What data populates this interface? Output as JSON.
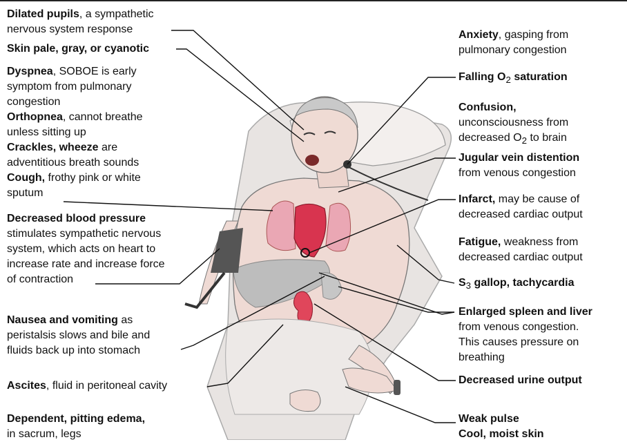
{
  "left_labels": [
    {
      "id": "pupils",
      "lines": [
        {
          "b": "Dilated pupils",
          "t": ", a sympathetic"
        },
        {
          "b": "",
          "t": "nervous system response"
        }
      ]
    },
    {
      "id": "skin",
      "lines": [
        {
          "b": "Skin pale, gray, or cyanotic",
          "t": ""
        }
      ]
    },
    {
      "id": "dyspnea",
      "lines": [
        {
          "b": "Dyspnea",
          "t": ", SOBOE is early"
        },
        {
          "b": "",
          "t": "symptom from pulmonary"
        },
        {
          "b": "",
          "t": "congestion"
        },
        {
          "b": "Orthopnea",
          "t": ", cannot breathe"
        },
        {
          "b": "",
          "t": "unless sitting up"
        },
        {
          "b": "Crackles, wheeze",
          "t": " are"
        },
        {
          "b": "",
          "t": "adventitious breath sounds"
        },
        {
          "b": "Cough,",
          "t": " frothy pink or white"
        },
        {
          "b": "",
          "t": "sputum"
        }
      ]
    },
    {
      "id": "bp",
      "lines": [
        {
          "b": "Decreased blood pressure",
          "t": ""
        },
        {
          "b": "",
          "t": "stimulates sympathetic nervous"
        },
        {
          "b": "",
          "t": "system, which acts on heart to"
        },
        {
          "b": "",
          "t": "increase rate and increase force"
        },
        {
          "b": "",
          "t": "of contraction"
        }
      ]
    },
    {
      "id": "nausea",
      "lines": [
        {
          "b": "Nausea and vomiting",
          "t": " as"
        },
        {
          "b": "",
          "t": "peristalsis slows and bile and"
        },
        {
          "b": "",
          "t": "fluids back up into stomach"
        }
      ]
    },
    {
      "id": "ascites",
      "lines": [
        {
          "b": "Ascites",
          "t": ", fluid in peritoneal cavity"
        }
      ]
    },
    {
      "id": "edema",
      "lines": [
        {
          "b": "Dependent, pitting edema,",
          "t": ""
        },
        {
          "b": "",
          "t": "in sacrum, legs"
        }
      ]
    }
  ],
  "right_labels": [
    {
      "id": "anxiety",
      "lines": [
        {
          "b": "Anxiety",
          "t": ", gasping from"
        },
        {
          "b": "",
          "t": "pulmonary congestion"
        }
      ]
    },
    {
      "id": "o2",
      "lines": [
        {
          "b": "Falling O",
          "sub": "2",
          "b2": " saturation",
          "t": ""
        }
      ]
    },
    {
      "id": "confusion",
      "lines": [
        {
          "b": "Confusion,",
          "t": ""
        },
        {
          "b": "",
          "t": "unconsciousness from"
        },
        {
          "b": "",
          "t": "decreased O",
          "sub": "2",
          "t2": "  to brain"
        }
      ]
    },
    {
      "id": "jugular",
      "lines": [
        {
          "b": "Jugular vein distention",
          "t": ""
        },
        {
          "b": "",
          "t": "from venous congestion"
        }
      ]
    },
    {
      "id": "infarct",
      "lines": [
        {
          "b": "Infarct,",
          "t": " may be cause of"
        },
        {
          "b": "",
          "t": "decreased cardiac output"
        }
      ]
    },
    {
      "id": "fatigue",
      "lines": [
        {
          "b": "Fatigue,",
          "t": " weakness from"
        },
        {
          "b": "",
          "t": "decreased cardiac output"
        }
      ]
    },
    {
      "id": "s3",
      "lines": [
        {
          "b": "S",
          "sub": "3",
          "b2": " gallop, tachycardia",
          "t": ""
        }
      ]
    },
    {
      "id": "spleen",
      "lines": [
        {
          "b": "Enlarged spleen and liver",
          "t": ""
        },
        {
          "b": "",
          "t": "from venous congestion."
        },
        {
          "b": "",
          "t": "This causes pressure on"
        },
        {
          "b": "",
          "t": "breathing"
        }
      ]
    },
    {
      "id": "urine",
      "lines": [
        {
          "b": "Decreased urine output",
          "t": ""
        }
      ]
    },
    {
      "id": "pulse",
      "lines": [
        {
          "b": "Weak pulse",
          "t": ""
        },
        {
          "b": "Cool, moist skin",
          "t": ""
        }
      ]
    }
  ],
  "colors": {
    "text": "#111111",
    "leader": "#111111",
    "skin": "#ecd6d0",
    "bed": "#e9e5e3",
    "heart": "#d8344f",
    "lung": "#e9a6b3",
    "liver": "#b9b9b9",
    "intestine": "#e0465b",
    "cuff": "#555555"
  }
}
